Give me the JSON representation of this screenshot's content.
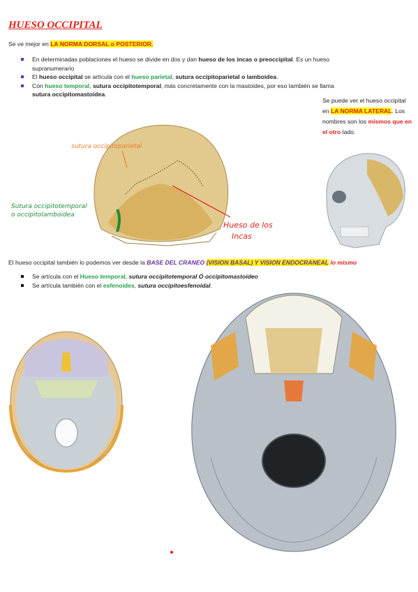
{
  "title": "HUESO OCCIPITAL",
  "intro": {
    "prefix": "Se ve mejor en ",
    "highlight": "LA NORMA DORSAL o POSTERIOR."
  },
  "bullets_1": [
    {
      "part1": "En determinadas poblaciones el hueso se divide en dos y dan ",
      "bold": "hueso de los incas o preoccipital",
      "part2": ". Es un hueso",
      "line2": "supranumerario"
    },
    {
      "part1": "El ",
      "bold1": "hueso occipital",
      "part2": " se artícula con el ",
      "green": "hueso parietal",
      "part3": ", ",
      "bold2": "sutura occipitoparietal o lamboidea",
      "part4": "."
    },
    {
      "part1": "Con ",
      "green": "hueso temporal",
      "part2": ", ",
      "bold1": "sutura occipitotemporal",
      "part3": ", más concretamente con la mastoides, por eso también se llama",
      "line2": "sutura  occipitomastoidea",
      "line2_end": "."
    }
  ],
  "side_note": {
    "p1": "Se puede ver el hueso occipital en ",
    "highlight": "LA NORMA LATERAL",
    "p2": ". Los nombres son los ",
    "red": "mismos que en el otro",
    "p3": " lado."
  },
  "posterior_labels": {
    "parietal": "sutura occipitoparietal",
    "temporal_1": "Sutura occipitotemporal",
    "temporal_2": "o occipitolamboidea",
    "incas_1": "Hueso de los",
    "incas_2": "Incas"
  },
  "base_line": {
    "p1": "El hueso occipital también lo podemos ver desde la ",
    "purple": "BASE DEL CRANEO",
    "space": " ",
    "hl": "(VISION BASAL) Y VISION ENDOCRANEAL",
    "space2": " ",
    "red": "lo mismo"
  },
  "bullets_2": [
    {
      "part1": "Se artícula con el ",
      "green": "Hueso temporal",
      "part2": ", ",
      "bi": "sutura occipitotemporal  O occipitomastoideo"
    },
    {
      "part1": "Se artícula también con el ",
      "green": "esfenoides",
      "part2": ", ",
      "bi": "sutura occipitoesfenoidal",
      "end": "."
    }
  ]
}
